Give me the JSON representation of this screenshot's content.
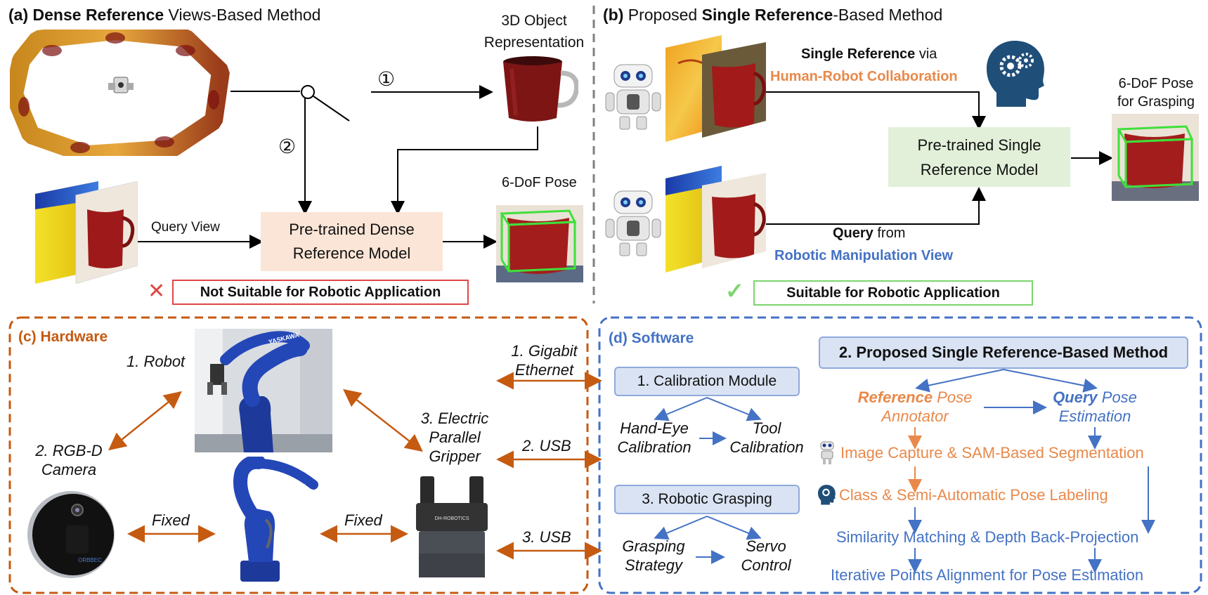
{
  "panel_a": {
    "label": "(a)",
    "title_bold": "Dense Reference",
    "title_rest": " Views-Based Method",
    "obj_rep_line1": "3D Object",
    "obj_rep_line2": "Representation",
    "circle_1": "①",
    "circle_2": "②",
    "query_view": "Query View",
    "model_line1": "Pre-trained Dense",
    "model_line2": "Reference Model",
    "pose_label": "6-DoF Pose",
    "cross": "✕",
    "not_suitable": "Not Suitable for Robotic Application"
  },
  "panel_b": {
    "label": "(b)",
    "title_pre": "Proposed ",
    "title_bold": "Single Reference",
    "title_rest": "-Based Method",
    "single_ref_bold": "Single Reference",
    "single_ref_rest": " via",
    "collab": "Human-Robot Collaboration",
    "model_line1": "Pre-trained Single",
    "model_line2": "Reference Model",
    "pose_line1": "6-DoF Pose",
    "pose_line2": "for Grasping",
    "query_bold": "Query",
    "query_rest": " from",
    "manip_view": "Robotic Manipulation View",
    "check": "✓",
    "suitable": "Suitable for Robotic Application"
  },
  "panel_c": {
    "label": "(c) Hardware",
    "robot": "1. Robot",
    "camera_line1": "2. RGB-D",
    "camera_line2": "Camera",
    "gripper_line1": "3. Electric",
    "gripper_line2": "Parallel",
    "gripper_line3": "Gripper",
    "fixed_left": "Fixed",
    "fixed_right": "Fixed",
    "gigabit_line1": "1. Gigabit",
    "gigabit_line2": "Ethernet",
    "usb2": "2. USB",
    "usb3": "3. USB"
  },
  "panel_d": {
    "label": "(d) Software",
    "calib_module": "1. Calibration Module",
    "hand_eye_line1": "Hand-Eye",
    "hand_eye_line2": "Calibration",
    "tool_line1": "Tool",
    "tool_line2": "Calibration",
    "grasping": "3. Robotic Grasping",
    "strategy_line1": "Grasping",
    "strategy_line2": "Strategy",
    "servo_line1": "Servo",
    "servo_line2": "Control",
    "method": "2. Proposed Single Reference-Based Method",
    "ref_bold": "Reference",
    "ref_rest": " Pose",
    "annotator": "Annotator",
    "query_bold": "Query",
    "query_rest": " Pose",
    "estimation": "Estimation",
    "step1": "Image Capture & SAM-Based Segmentation",
    "step2": "Class & Semi-Automatic Pose Labeling",
    "step3": "Similarity Matching & Depth Back-Projection",
    "step4": "Iterative Points Alignment for Pose Estimation",
    "gripper_brand": "DH-ROBOTICS",
    "robot_brand": "YASKAWA",
    "camera_brand": "ORBBEC"
  },
  "colors": {
    "orange": "#e8894a",
    "blue": "#4472c4",
    "hw_orange": "#c55a11",
    "sw_blue": "#4472c4",
    "peach": "#fbe5d6",
    "green_box": "#e2f0d9",
    "blue_box": "#dae3f3",
    "red": "#e04646",
    "green": "#7bd66b"
  }
}
